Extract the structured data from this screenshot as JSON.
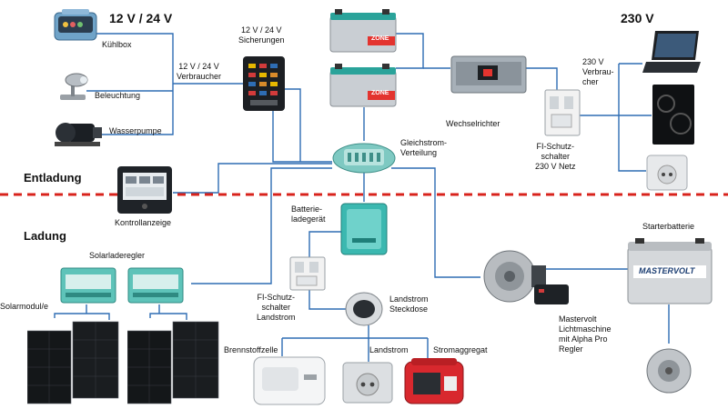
{
  "headers": {
    "dc": "12 V / 24 V",
    "ac": "230 V"
  },
  "sections": {
    "discharge": "Entladung",
    "charge": "Ladung"
  },
  "labels": {
    "fridge": "Kühlbox",
    "lighting": "Beleuchtung",
    "pump": "Wasserpumpe",
    "consumers_dc": "12 V / 24 V\nVerbraucher",
    "fuses": "12 V / 24 V\nSicherungen",
    "inverter": "Wechselrichter",
    "consumers_ac": "230 V\nVerbrau-\ncher",
    "rcd_out": "FI-Schutz-\nschalter\n230 V Netz",
    "busbar": "Gleichstrom-\nVerteilung",
    "monitor": "Kontrollanzeige",
    "charger": "Batterie-\nladegerät",
    "starter": "Starterbatterie",
    "solar_ctrl": "Solarladeregler",
    "solar_module": "Solarmodul/e",
    "rcd_in": "FI-Schutz-\nschalter\nLandstrom",
    "shore_socket": "Landstrom\nSteckdose",
    "alternator": "Mastervolt\nLichtmaschine\nmit Alpha Pro\nRegler",
    "fuel_cell": "Brennstoffzelle",
    "shore_power": "Landstrom",
    "generator": "Stromaggregat"
  },
  "device_text": {
    "battery_brand": "ZONE",
    "starter_brand": "MASTERVOLT",
    "monitor_readings": [
      "",
      ""
    ]
  },
  "colors": {
    "wire": "#2e6db4",
    "divider": "#d8231c",
    "accent": "#2aa39a"
  }
}
